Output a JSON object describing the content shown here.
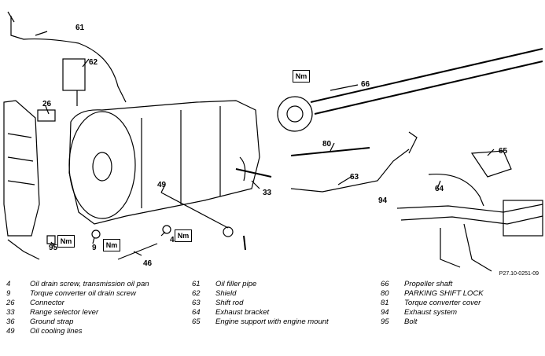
{
  "callouts": [
    "61",
    "62",
    "26",
    "66",
    "80",
    "65",
    "63",
    "64",
    "94",
    "33",
    "49",
    "95",
    "9",
    "4",
    "46"
  ],
  "torque_symbol": "Nm",
  "reference_code": "P27.10-0251-09",
  "legend": {
    "col1": [
      {
        "num": "4",
        "text": "Oil drain screw, transmission oil pan"
      },
      {
        "num": "9",
        "text": "Torque converter oil drain screw"
      },
      {
        "num": "26",
        "text": "Connector"
      },
      {
        "num": "33",
        "text": "Range selector lever"
      },
      {
        "num": "36",
        "text": "Ground strap"
      },
      {
        "num": "49",
        "text": "Oil cooling lines"
      }
    ],
    "col2": [
      {
        "num": "61",
        "text": "Oil filler pipe"
      },
      {
        "num": "62",
        "text": "Shield"
      },
      {
        "num": "63",
        "text": "Shift rod"
      },
      {
        "num": "64",
        "text": "Exhaust bracket"
      },
      {
        "num": "65",
        "text": "Engine support with engine mount"
      }
    ],
    "col3": [
      {
        "num": "66",
        "text": "Propeller shaft"
      },
      {
        "num": "80",
        "text": "PARKING SHIFT LOCK"
      },
      {
        "num": "81",
        "text": "Torque converter cover"
      },
      {
        "num": "94",
        "text": "Exhaust system"
      },
      {
        "num": "95",
        "text": "Bolt"
      }
    ]
  }
}
